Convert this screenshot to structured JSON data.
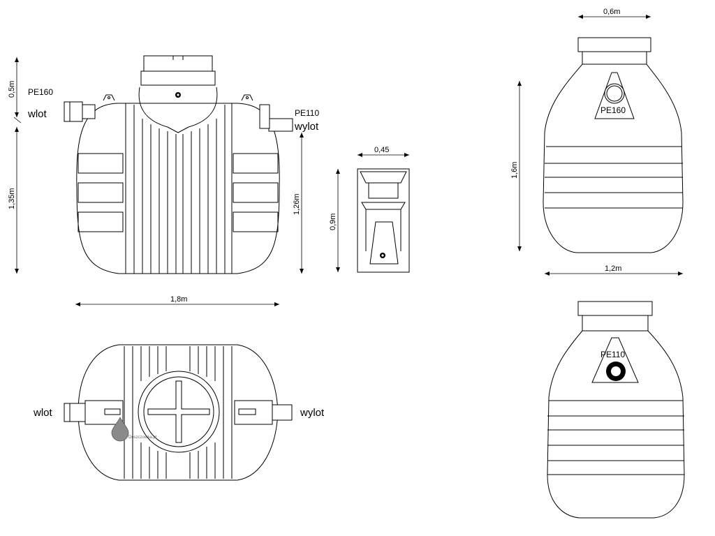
{
  "front_view": {
    "label_inlet_pipe": "PE160",
    "label_inlet": "wlot",
    "label_outlet_pipe": "PE110",
    "label_outlet": "wylot",
    "dim_top": "0,5m",
    "dim_body": "1,35m",
    "dim_outlet_height": "1,26m",
    "dim_width": "1,8m"
  },
  "filter_box": {
    "dim_width": "0,45",
    "dim_height": "0,9m"
  },
  "side_view_inlet": {
    "dim_neck": "0,6m",
    "dim_height": "1,6m",
    "dim_width": "1,2m",
    "label_pipe": "PE160"
  },
  "side_view_outlet": {
    "label_pipe": "PE110"
  },
  "top_view": {
    "label_inlet": "wlot",
    "label_outlet": "wylot",
    "watermark": "Deszczowka.pl"
  }
}
